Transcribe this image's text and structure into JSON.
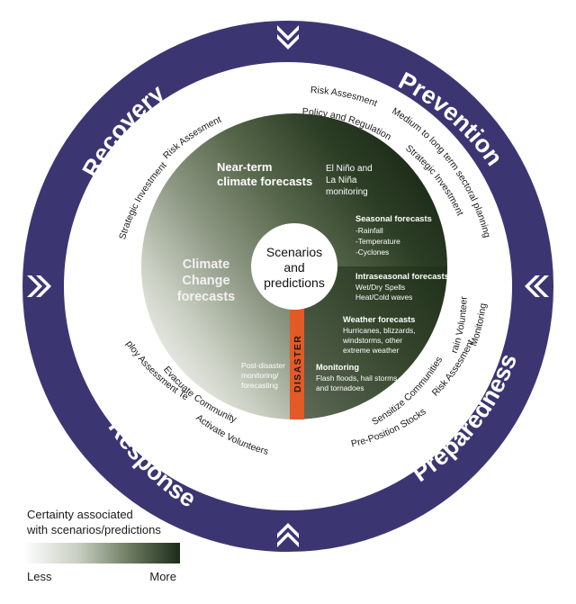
{
  "phases": {
    "prevention": "Prevention",
    "preparedness": "Preparedness",
    "response": "Response",
    "recovery": "Recovery"
  },
  "activities": {
    "prevention": [
      "Risk Assesment",
      "Policy and Regulation",
      "Medium to long term sectoral planning",
      "Strategic Investment"
    ],
    "preparedness": [
      "Monitoring",
      "Train Volunteers",
      "Risk Assesment",
      "Sensitize Communities",
      "Pre-Position Stocks"
    ],
    "response": [
      "Evacuate Community",
      "Deploy Assessment Team",
      "Activate Volunteers"
    ],
    "recovery": [
      "Risk Assesment",
      "Strategic Investment"
    ]
  },
  "forecasts": {
    "near_term": [
      "Near-term",
      "climate forecasts"
    ],
    "climate_change": [
      "Climate",
      "Change",
      "forecasts"
    ],
    "el_nino": [
      "El Niño and",
      "La Niña",
      "monitoring"
    ],
    "seasonal": {
      "title": "Seasonal forecasts",
      "items": [
        "-Rainfall",
        "-Temperature",
        "-Cyclones"
      ]
    },
    "intraseasonal": {
      "title": "Intraseasonal forecasts",
      "items": [
        "Wet/Dry Spells",
        "Heat/Cold waves"
      ]
    },
    "weather": {
      "title": "Weather forecasts",
      "items": [
        "Hurricanes, blizzards,",
        "windstorms, other",
        "extreme weather"
      ]
    },
    "monitoring": {
      "title": "Monitoring",
      "items": [
        "Flash floods, hail storms",
        "and  tornadoes"
      ]
    },
    "post_disaster": [
      "Post-disaster",
      "monitoring/",
      "forecasting"
    ]
  },
  "center": [
    "Scenarios",
    "and",
    "predictions"
  ],
  "disaster_label": "DISASTER",
  "legend": {
    "title": [
      "Certainty associated",
      "with scenarios/predictions"
    ],
    "less": "Less",
    "more": "More"
  },
  "colors": {
    "ring": "#3b3672",
    "disaster_bar": "#e35a26",
    "dark_green": "#22331d",
    "light_gray": "#e6e6e4"
  }
}
